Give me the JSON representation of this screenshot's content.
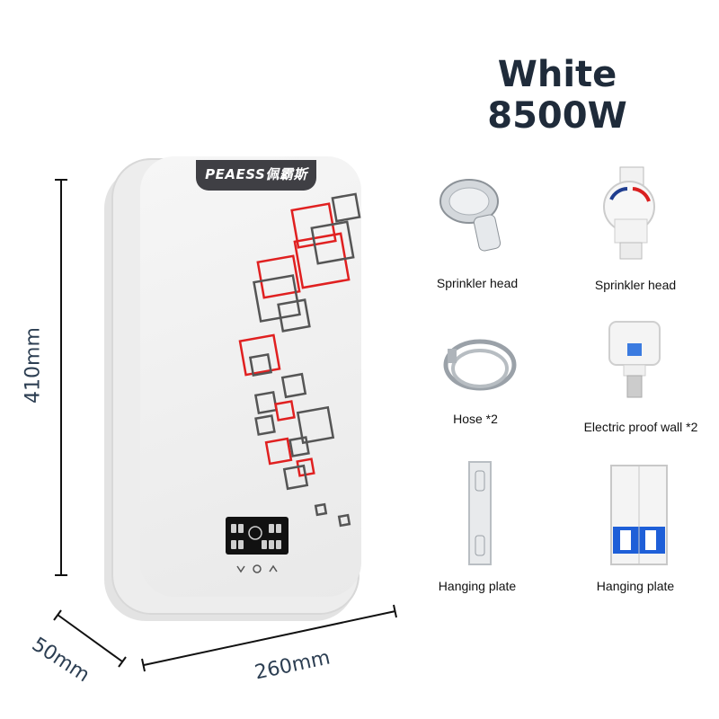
{
  "title": "White 8500W",
  "brand": "PEAESS佩霸斯",
  "dimensions": {
    "height": "410mm",
    "depth": "50mm",
    "width": "260mm"
  },
  "accessories": [
    {
      "label": "Sprinkler head",
      "icon": "shower-head-icon"
    },
    {
      "label": "Sprinkler head",
      "icon": "angle-valve-icon"
    },
    {
      "label": "Hose *2",
      "icon": "hose-icon"
    },
    {
      "label": "Electric proof wall *2",
      "icon": "electric-proof-wall-icon"
    },
    {
      "label": "Hanging plate",
      "icon": "hanging-plate-icon"
    },
    {
      "label": "Hanging plate",
      "icon": "circuit-breaker-icon"
    }
  ],
  "colors": {
    "title": "#1f2b3a",
    "accent_red": "#e02020",
    "accent_gray": "#555555",
    "breaker_blue": "#1e5fd8"
  }
}
